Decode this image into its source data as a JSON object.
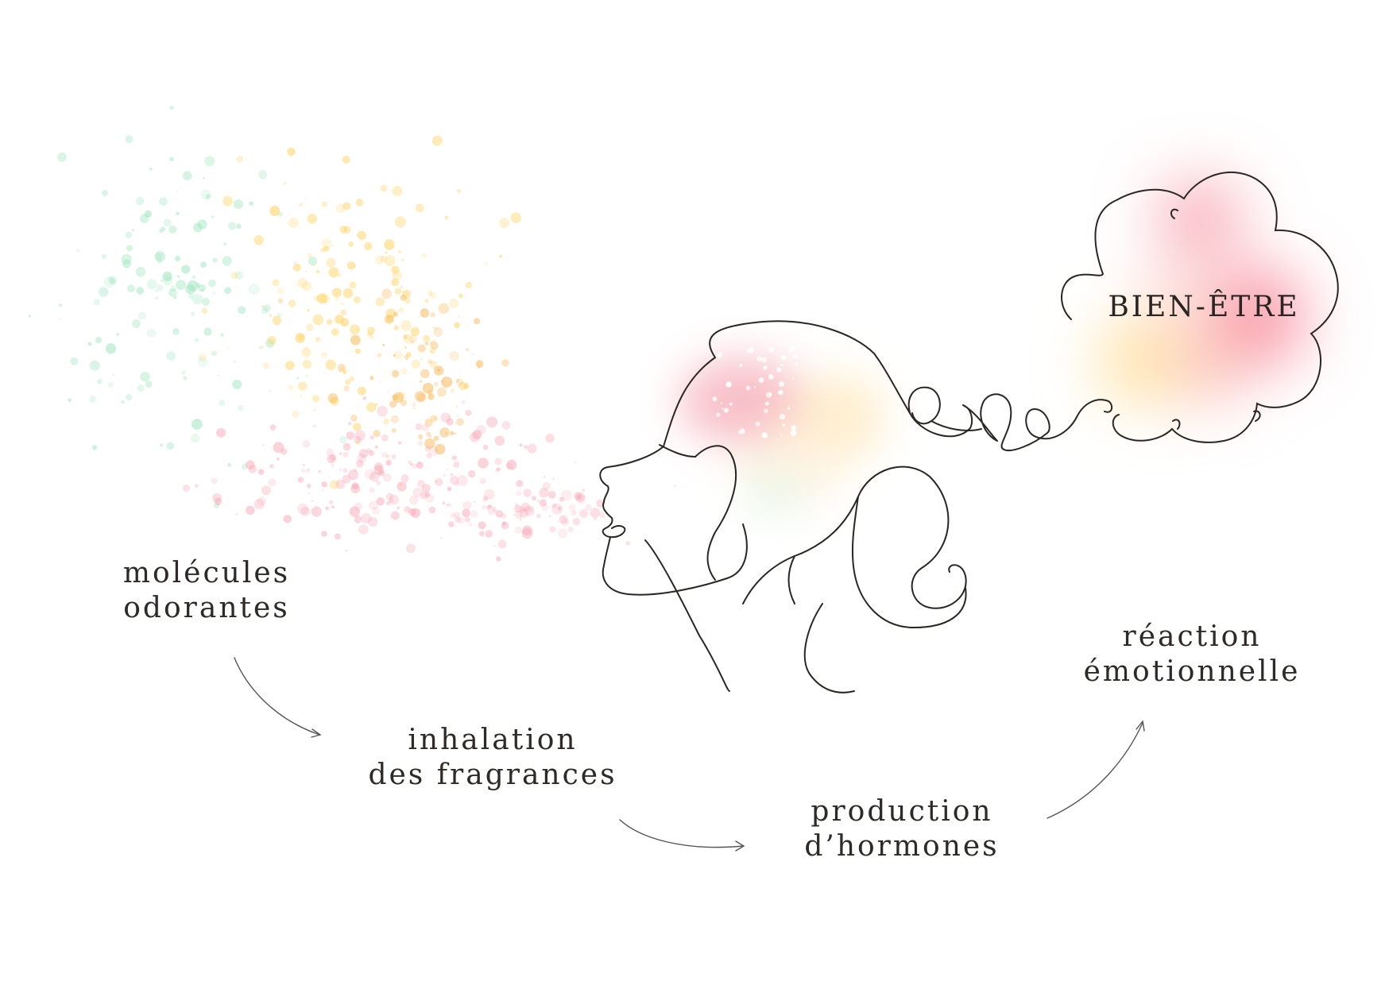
{
  "cloud": {
    "label": "BIEN-ÊTRE"
  },
  "steps": [
    {
      "line1": "molécules",
      "line2": "odorantes"
    },
    {
      "line1": "inhalation",
      "line2": "des fragrances"
    },
    {
      "line1": "production",
      "line2": "d’hormones"
    },
    {
      "line1": "réaction",
      "line2": "émotionnelle"
    }
  ],
  "palette": {
    "ink": "#2e2a28",
    "particle_green": "#9fe6c0",
    "particle_yellow": "#ffd66b",
    "particle_orange": "#f7b95c",
    "particle_pink": "#f6a3b3",
    "glow_pink": "#f7909f",
    "glow_yellow": "#ffe3a3"
  },
  "icons": {
    "head": "woman-profile-line-icon",
    "thought": "thought-cloud-icon",
    "arrows": "curved-arrow-icon"
  }
}
